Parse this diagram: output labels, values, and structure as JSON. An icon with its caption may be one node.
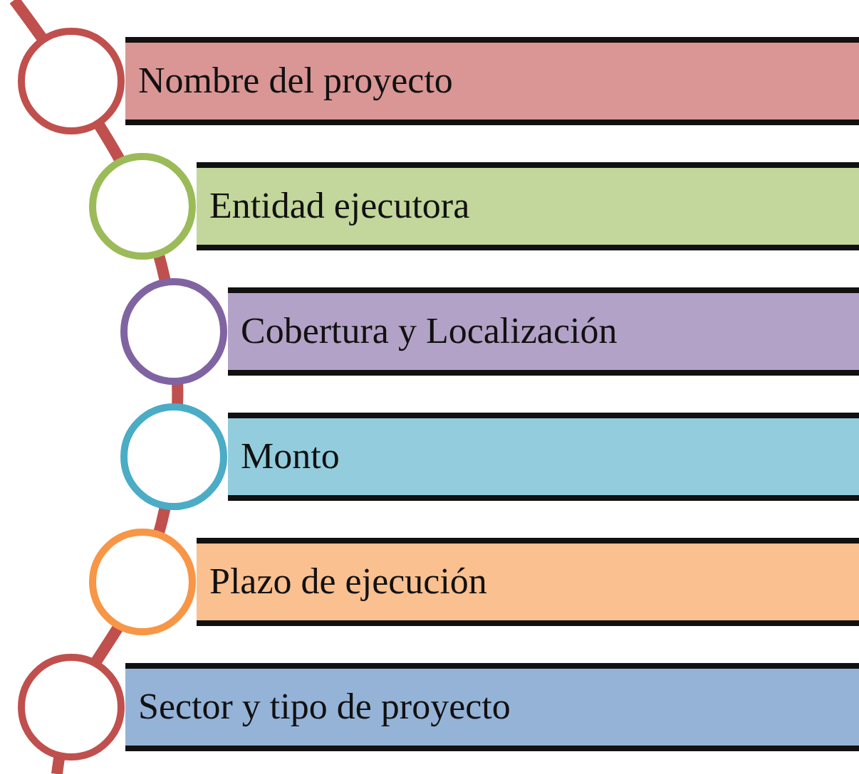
{
  "diagram": {
    "nodes": [
      {
        "text": [
          "Nombre del proyecto"
        ]
      },
      {
        "text": [
          "Entidad ejecutora"
        ]
      },
      {
        "text": [
          "Cobertura y Localización"
        ]
      },
      {
        "text": [
          "Monto"
        ]
      },
      {
        "text": [
          "Plazo de ejecución"
        ]
      },
      {
        "text": [
          "Sector y tipo de proyecto"
        ]
      }
    ]
  }
}
